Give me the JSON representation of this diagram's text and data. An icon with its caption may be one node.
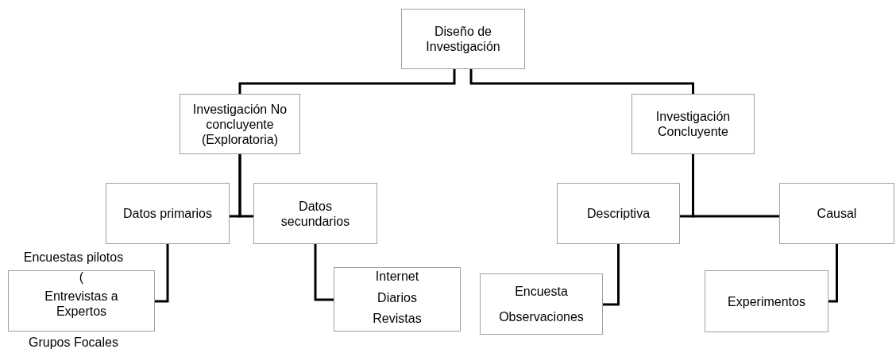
{
  "diagram": {
    "nodes": [
      {
        "text": [
          "Diseño de Investigación"
        ]
      },
      {
        "text": [
          "Investigación No concluyente (Exploratoria)"
        ]
      },
      {
        "text": [
          "Investigación Concluyente"
        ]
      },
      {
        "text": [
          "Datos primarios"
        ]
      },
      {
        "text": [
          "Datos secundarios"
        ]
      },
      {
        "text": [
          "Encuestas pilotos",
          "(",
          "Entrevistas a Expertos",
          "Grupos Focales"
        ]
      },
      {
        "text": [
          "Internet",
          "Diarios",
          "Revistas"
        ]
      },
      {
        "text": [
          "Descriptiva"
        ]
      },
      {
        "text": [
          "Causal"
        ]
      },
      {
        "text": [
          "Encuesta",
          "Observaciones"
        ]
      },
      {
        "text": [
          "Experimentos"
        ]
      }
    ],
    "edges": [
      {
        "from": 0,
        "to": 1,
        "arrow": "none"
      },
      {
        "from": 0,
        "to": 2,
        "arrow": "none"
      },
      {
        "from": 1,
        "to": 3,
        "arrow": "none"
      },
      {
        "from": 1,
        "to": 4,
        "arrow": "none"
      },
      {
        "from": 3,
        "to": 5,
        "arrow": "none"
      },
      {
        "from": 4,
        "to": 6,
        "arrow": "none"
      },
      {
        "from": 2,
        "to": 7,
        "arrow": "none"
      },
      {
        "from": 2,
        "to": 8,
        "arrow": "none"
      },
      {
        "from": 7,
        "to": 9,
        "arrow": "none"
      },
      {
        "from": 8,
        "to": 10,
        "arrow": "none"
      }
    ]
  }
}
